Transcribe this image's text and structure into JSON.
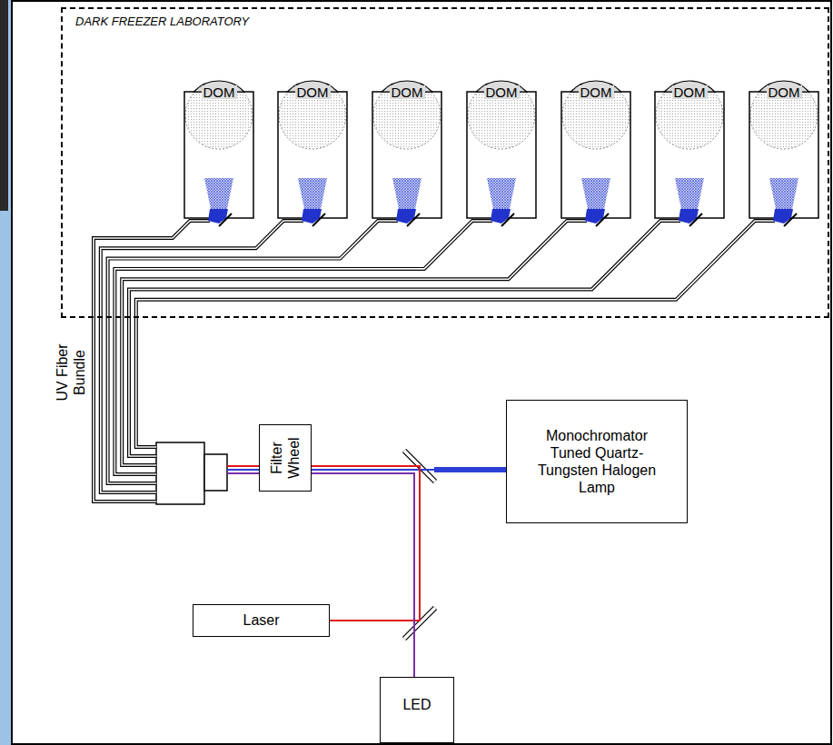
{
  "diagram": {
    "nodes": [
      {
        "text": [
          "DARK FREEZER LABORATORY"
        ]
      },
      {
        "text": [
          "DOM"
        ],
        "in": 0
      },
      {
        "text": [
          "DOM"
        ],
        "in": 0
      },
      {
        "text": [
          "DOM"
        ],
        "in": 0
      },
      {
        "text": [
          "DOM"
        ],
        "in": 0
      },
      {
        "text": [
          "DOM"
        ],
        "in": 0
      },
      {
        "text": [
          "DOM"
        ],
        "in": 0
      },
      {
        "text": [
          "DOM"
        ],
        "in": 0
      },
      {
        "text": [
          "Filter Wheel"
        ]
      },
      {
        "text": [
          "Monochromator Tuned Quartz-Tungsten Halogen Lamp"
        ]
      },
      {
        "text": [
          "Laser"
        ]
      },
      {
        "text": [
          "LED"
        ]
      }
    ],
    "edges": [
      {
        "from": 9,
        "to": 8,
        "arrow": "none"
      },
      {
        "from": 10,
        "to": 8,
        "arrow": "none"
      },
      {
        "from": 11,
        "to": 8,
        "arrow": "none"
      }
    ],
    "labels": [
      "UV Fiber Bundle"
    ]
  }
}
